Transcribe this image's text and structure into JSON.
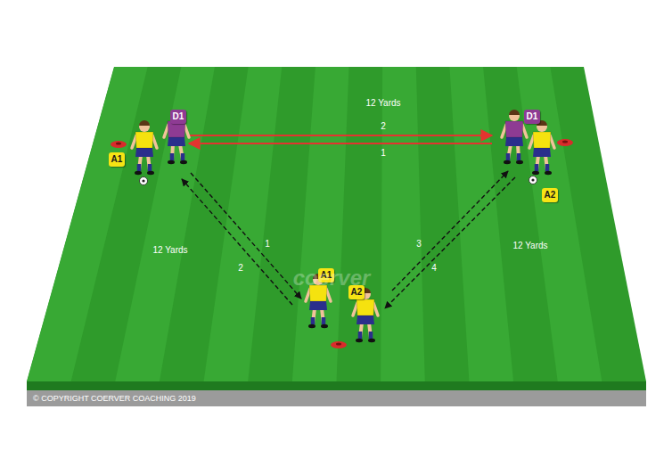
{
  "diagram": {
    "nodes": [
      {
        "text": [
          "D1"
        ]
      },
      {
        "text": [
          "D1"
        ]
      },
      {
        "text": [
          "A1"
        ]
      },
      {
        "text": [
          "A2"
        ]
      },
      {
        "text": [
          "A1"
        ]
      },
      {
        "text": [
          "A2"
        ]
      }
    ],
    "labels": [
      "12 Yards",
      "2",
      "1",
      "12 Yards",
      "12 Yards",
      "1",
      "2",
      "3",
      "4",
      "coerver",
      "© COPYRIGHT COERVER COACHING 2019"
    ]
  }
}
